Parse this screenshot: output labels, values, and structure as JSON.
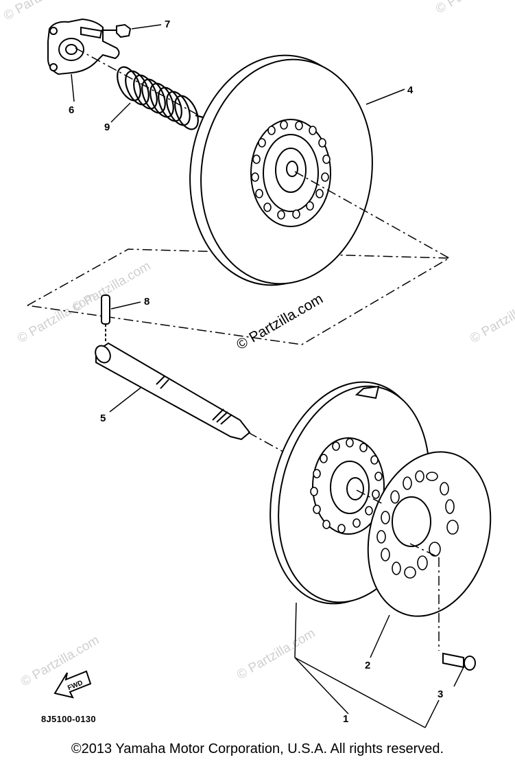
{
  "callouts": {
    "p1": "1",
    "p2": "2",
    "p3": "3",
    "p4": "4",
    "p5": "5",
    "p6": "6",
    "p7": "7",
    "p8": "8",
    "p9": "9"
  },
  "fwd_label": "FWD",
  "diagram_code": "8J5100-0130",
  "watermark": "© Partzilla.com",
  "copyright": "©2013 Yamaha Motor Corporation, U.S.A. All rights reserved."
}
